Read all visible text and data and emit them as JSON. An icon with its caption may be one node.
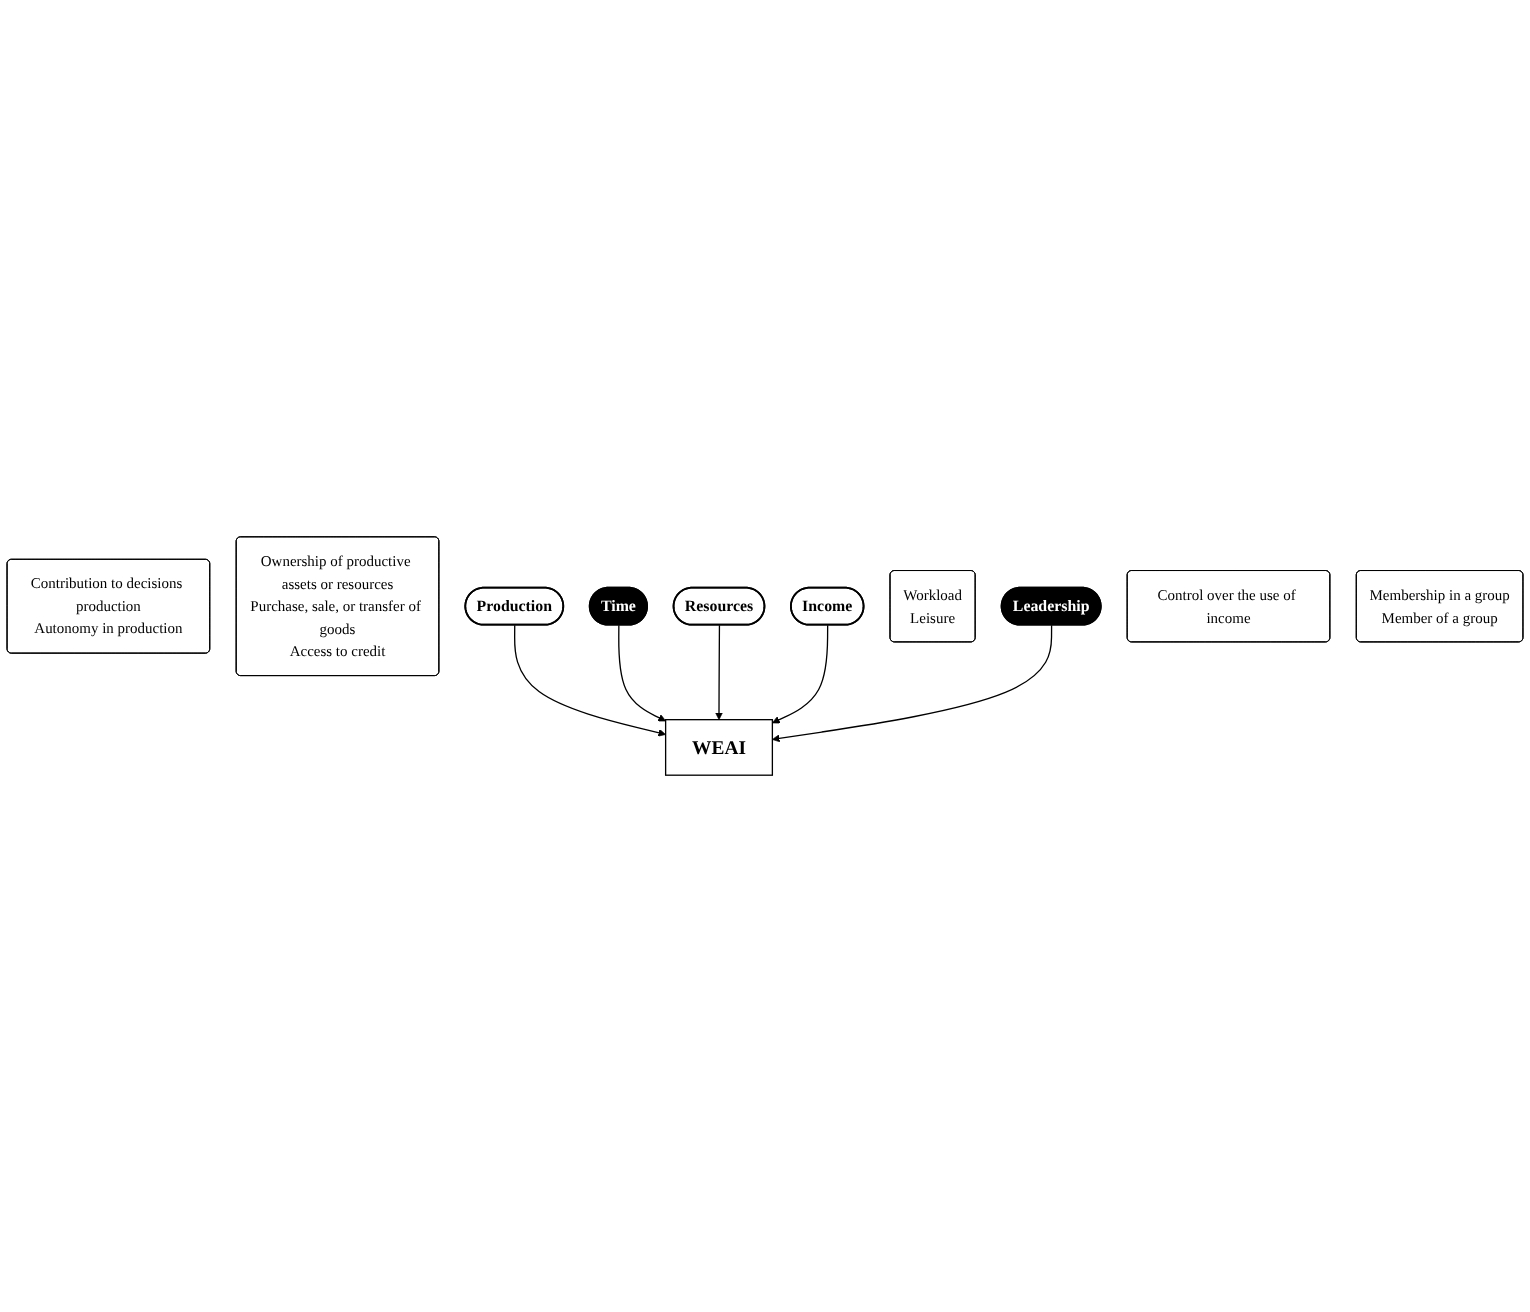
{
  "diagram": {
    "nodes": [
      {
        "text": [
          "Contribution to decisions production",
          "Autonomy in production"
        ]
      },
      {
        "text": [
          "Ownership of productive assets or resources",
          "Purchase, sale, or transfer of goods",
          "Access to credit"
        ]
      },
      {
        "text": [
          "Production"
        ]
      },
      {
        "text": [
          "WEAI"
        ]
      },
      {
        "text": [
          "Resources"
        ]
      },
      {
        "text": [
          "Time"
        ]
      },
      {
        "text": [
          "Income"
        ]
      },
      {
        "text": [
          "Workload",
          "Leisure"
        ]
      },
      {
        "text": [
          "Leadership"
        ]
      },
      {
        "text": [
          "Control over the use of income"
        ]
      },
      {
        "text": [
          "Membership in a group",
          "Member of a group"
        ]
      }
    ],
    "edges": [
      {
        "from": 2,
        "to": 3,
        "arrow": "to"
      },
      {
        "from": 5,
        "to": 3,
        "arrow": "to"
      },
      {
        "from": 4,
        "to": 3,
        "arrow": "to"
      },
      {
        "from": 6,
        "to": 3,
        "arrow": "to"
      },
      {
        "from": 8,
        "to": 3,
        "arrow": "to"
      }
    ]
  }
}
